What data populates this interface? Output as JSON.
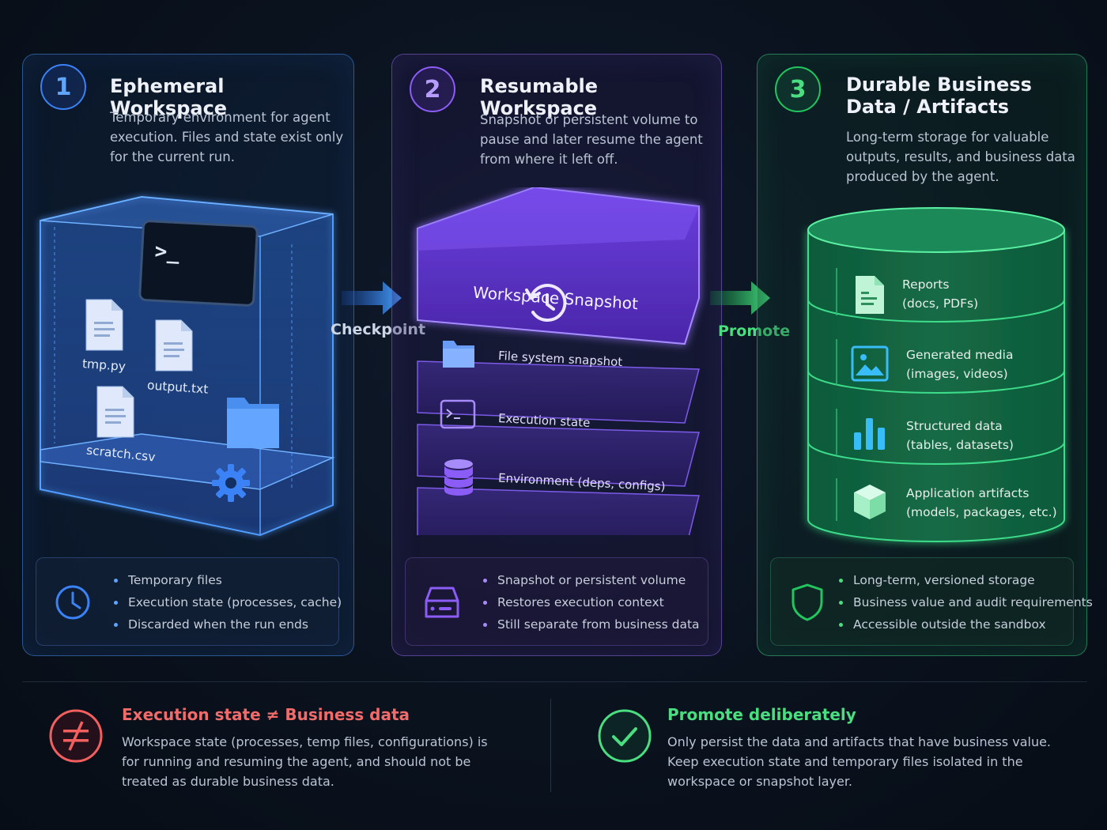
{
  "panels": [
    {
      "number": "1",
      "title": "Ephemeral Workspace",
      "description": "Temporary environment for agent execution. Files and state exist only for the current run.",
      "files": [
        "tmp.py",
        "output.txt",
        "scratch.csv"
      ],
      "bullets": [
        "Temporary files",
        "Execution state (processes, cache)",
        "Discarded when the run ends"
      ],
      "info_icon": "clock-icon",
      "accent": "#3b82f6"
    },
    {
      "number": "2",
      "title": "Resumable Workspace",
      "description": "Snapshot or persistent volume to pause and later resume the agent from where it left off.",
      "snapshot_title": "Workspace Snapshot",
      "layers": [
        "File system snapshot",
        "Execution state",
        "Environment (deps, configs)"
      ],
      "bullets": [
        "Snapshot or persistent volume",
        "Restores execution context",
        "Still separate from business data"
      ],
      "info_icon": "drive-icon",
      "accent": "#8b5cf6"
    },
    {
      "number": "3",
      "title": "Durable Business Data / Artifacts",
      "description": "Long-term storage for valuable outputs, results, and business data produced by the agent.",
      "items": [
        {
          "title": "Reports",
          "sub": "(docs, PDFs)",
          "icon": "document-icon"
        },
        {
          "title": "Generated media",
          "sub": "(images, videos)",
          "icon": "image-icon"
        },
        {
          "title": "Structured data",
          "sub": "(tables, datasets)",
          "icon": "bar-chart-icon"
        },
        {
          "title": "Application artifacts",
          "sub": "(models, packages, etc.)",
          "icon": "cube-icon"
        }
      ],
      "bullets": [
        "Long-term, versioned storage",
        "Business value and audit requirements",
        "Accessible outside the sandbox"
      ],
      "info_icon": "shield-icon",
      "accent": "#22c55e"
    }
  ],
  "arrows": {
    "checkpoint": "Checkpoint",
    "promote": "Promote"
  },
  "footer": {
    "left": {
      "title": "Execution state ≠ Business data",
      "text": "Workspace state (processes, temp files, configurations) is for running and resuming the agent, and should not be treated as durable business data.",
      "icon": "not-equal-icon",
      "color": "#f25f5f"
    },
    "right": {
      "title": "Promote deliberately",
      "text": "Only persist the data and artifacts that have business value. Keep execution state and temporary files isolated in the workspace or snapshot layer.",
      "icon": "check-circle-icon",
      "color": "#4ade80"
    }
  }
}
